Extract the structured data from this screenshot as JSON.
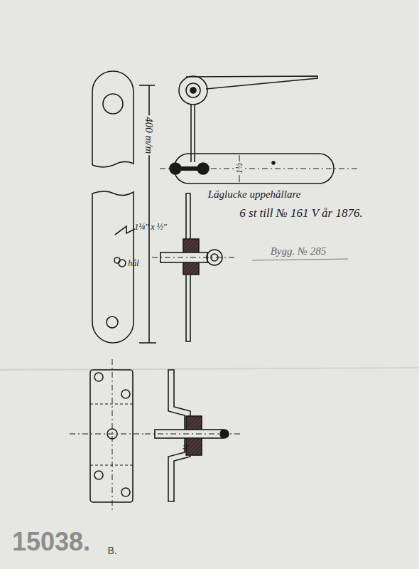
{
  "diagram": {
    "labels": [
      "400 m/m",
      "1½",
      "Läglucke uppehållare",
      "6 st till № 161 V år 1876.",
      "Bygg. № 285",
      "1¼\" x ½\"",
      "hål",
      "¾",
      "15038.",
      "B."
    ]
  }
}
